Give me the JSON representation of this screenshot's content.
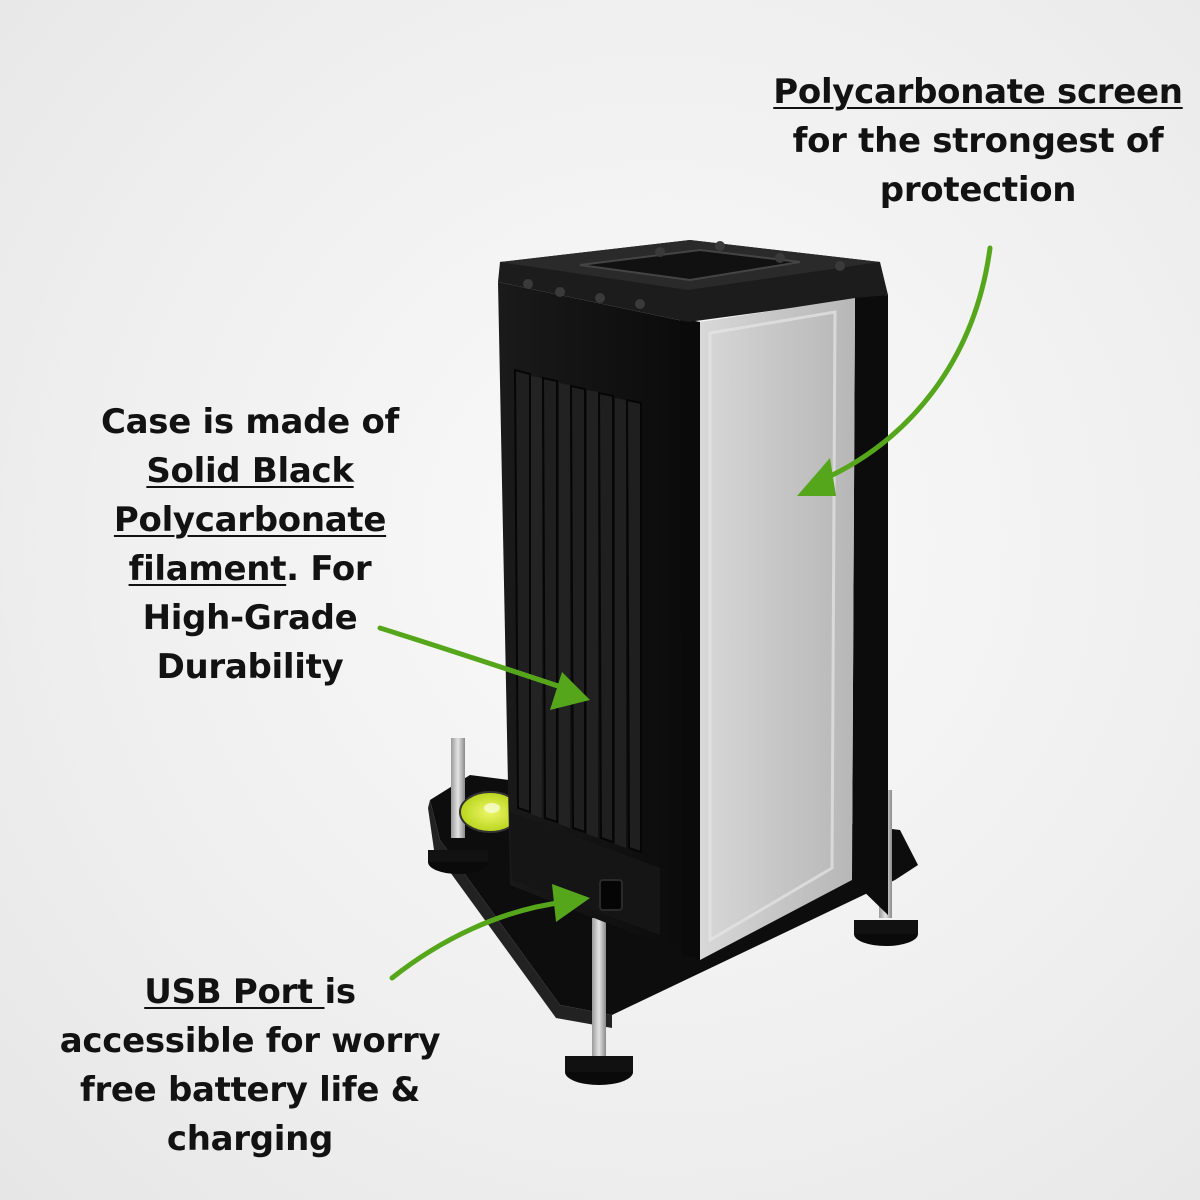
{
  "callouts": {
    "screen": {
      "line1": "Polycarbonate screen",
      "line2": "for the strongest of",
      "line3": "protection"
    },
    "case": {
      "line1": "Case is made of",
      "line2": "Solid Black",
      "line3": "Polycarbonate",
      "line4_underlined": "filament",
      "line4_rest": ". For",
      "line5": "High-Grade",
      "line6": "Durability"
    },
    "usb": {
      "line1_underlined": "USB Port ",
      "line1_rest": "is",
      "line2": "accessible for worry",
      "line3": "free battery life &",
      "line4": "charging"
    }
  },
  "colors": {
    "arrow": "#56a61c",
    "case": "#121212",
    "screen": "#c8c8c8",
    "level_vial": "#d7ec2a"
  },
  "icons": {
    "arrows": "curved-arrow"
  }
}
